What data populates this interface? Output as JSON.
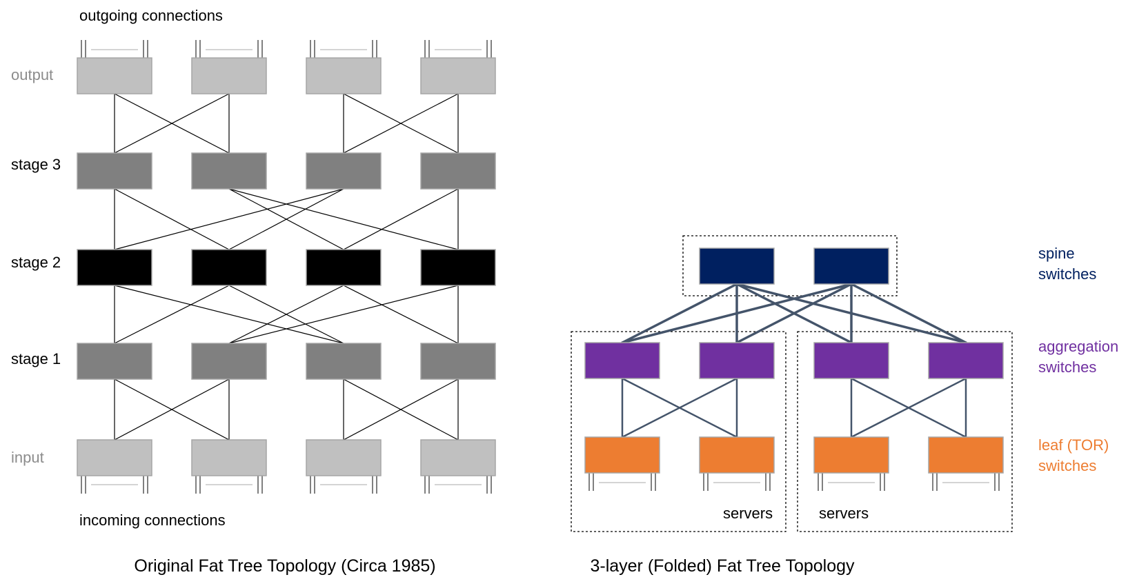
{
  "left": {
    "top_caption": "outgoing connections",
    "bottom_caption": "incoming connections",
    "caption": "Original Fat Tree Topology (Circa 1985)",
    "rows": [
      {
        "label": "output",
        "label_color": "#8c8c8c",
        "fill": "#c0c0c0"
      },
      {
        "label": "stage 3",
        "label_color": "#000000",
        "fill": "#808080"
      },
      {
        "label": "stage 2",
        "label_color": "#000000",
        "fill": "#000000"
      },
      {
        "label": "stage 1",
        "label_color": "#000000",
        "fill": "#808080"
      },
      {
        "label": "input",
        "label_color": "#8c8c8c",
        "fill": "#c0c0c0"
      }
    ]
  },
  "right": {
    "caption": "3-layer (Folded) Fat Tree Topology",
    "pods": [
      {
        "label": "servers"
      },
      {
        "label": "servers"
      }
    ],
    "layers": [
      {
        "line1": "spine",
        "line2": "switches",
        "color": "#002060"
      },
      {
        "line1": "aggregation",
        "line2": "switches",
        "color": "#7030a0"
      },
      {
        "line1": "leaf (TOR)",
        "line2": "switches",
        "color": "#ed7d31"
      }
    ]
  }
}
